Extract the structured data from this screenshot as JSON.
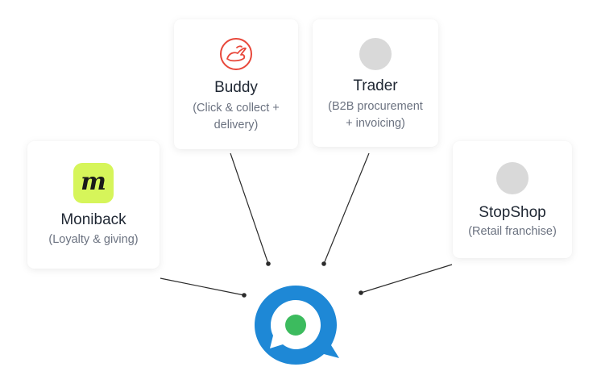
{
  "nodes": [
    {
      "id": "buddy",
      "title": "Buddy",
      "subtitle": "(Click & collect +\ndelivery)",
      "logo": "rabbit-icon",
      "logo_color": "#e8473a"
    },
    {
      "id": "trader",
      "title": "Trader",
      "subtitle": "(B2B procurement\n+ invoicing)",
      "logo": "placeholder-circle"
    },
    {
      "id": "moniback",
      "title": "Moniback",
      "subtitle": "(Loyalty & giving)",
      "logo": "moniback-logo",
      "logo_text": "m",
      "logo_color": "#d6f55a"
    },
    {
      "id": "stopshop",
      "title": "StopShop",
      "subtitle": "(Retail franchise)",
      "logo": "placeholder-circle"
    }
  ],
  "hub": {
    "logo": "chat-bubble-icon",
    "color": "#1e88d6",
    "dot_color": "#3cbb5e"
  },
  "colors": {
    "line": "#2b2b2b",
    "placeholder": "#d9d9d9"
  }
}
